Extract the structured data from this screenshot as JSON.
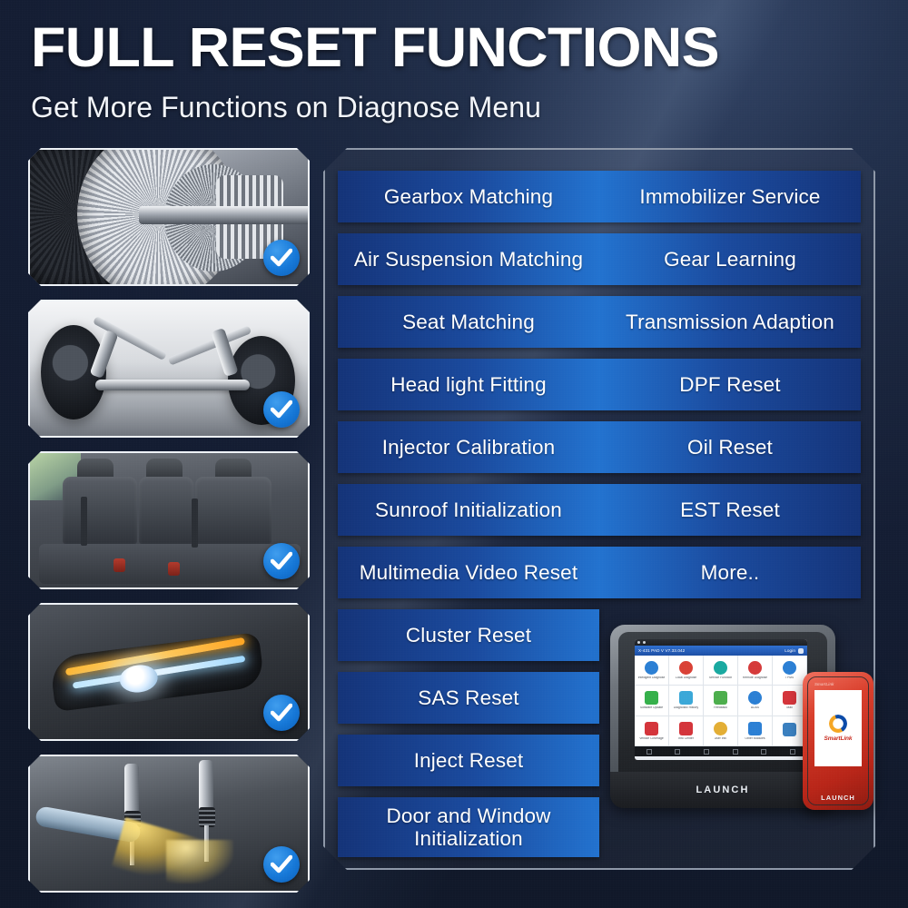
{
  "header": {
    "title": "FULL RESET FUNCTIONS",
    "subtitle": "Get More Functions on Diagnose Menu"
  },
  "photos": [
    {
      "name": "transmission-gearbox-cutaway",
      "badge": "check-icon"
    },
    {
      "name": "suspension-axle-assembly",
      "badge": "check-icon"
    },
    {
      "name": "car-rear-seats",
      "badge": "check-icon"
    },
    {
      "name": "headlight-led",
      "badge": "check-icon"
    },
    {
      "name": "fuel-injector-spray",
      "badge": "check-icon"
    }
  ],
  "functions": {
    "paired_rows": [
      {
        "left": "Gearbox Matching",
        "right": "Immobilizer Service"
      },
      {
        "left": "Air Suspension Matching",
        "right": "Gear Learning"
      },
      {
        "left": "Seat Matching",
        "right": "Transmission Adaption"
      },
      {
        "left": "Head light Fitting",
        "right": "DPF Reset"
      },
      {
        "left": "Injector Calibration",
        "right": "Oil Reset"
      },
      {
        "left": "Sunroof Initialization",
        "right": "EST Reset"
      },
      {
        "left": "Multimedia Video Reset",
        "right": "More.."
      }
    ],
    "single_rows": [
      "Cluster Reset",
      "SAS Reset",
      "Inject Reset",
      "Door and Window Initialization"
    ]
  },
  "device": {
    "brand": "LAUNCH",
    "screen": {
      "title_bar": "X-431 PAD V V7.33.042",
      "login_label": "Login",
      "apps": [
        {
          "label": "Intelligent Diagnose",
          "color": "#2b7fd4",
          "shape": "round"
        },
        {
          "label": "Local Diagnose",
          "color": "#d94136",
          "shape": "round"
        },
        {
          "label": "Service Function",
          "color": "#19a9a0",
          "shape": "round"
        },
        {
          "label": "Remote Diagnose",
          "color": "#d53a3a",
          "shape": "round"
        },
        {
          "label": "TPMS",
          "color": "#2b7fd4",
          "shape": "round"
        },
        {
          "label": "Software Update",
          "color": "#35b04a",
          "shape": "square"
        },
        {
          "label": "Diagnostic History",
          "color": "#3aa8d8",
          "shape": "square"
        },
        {
          "label": "Feedback",
          "color": "#4cae4c",
          "shape": "square"
        },
        {
          "label": "ADAS",
          "color": "#2b7fd4",
          "shape": "round"
        },
        {
          "label": "Mall",
          "color": "#d4343a",
          "shape": "square"
        },
        {
          "label": "Vehicle Coverage",
          "color": "#d4343a",
          "shape": "square"
        },
        {
          "label": "Info Center",
          "color": "#d4343a",
          "shape": "square"
        },
        {
          "label": "User Info",
          "color": "#e3ae34",
          "shape": "round"
        },
        {
          "label": "Other Modules",
          "color": "#2b7fd4",
          "shape": "square"
        }
      ]
    },
    "dongle": {
      "top_label": "SmartLink",
      "screen_label": "SmartLink",
      "brand": "LAUNCH"
    }
  },
  "colors": {
    "background_dark": "#141d33",
    "button_blue_dark": "#143378",
    "button_blue_bright": "#2272cf",
    "badge_blue": "#1678d8",
    "panel_border": "#8e98a8",
    "text_white": "#ffffff"
  }
}
